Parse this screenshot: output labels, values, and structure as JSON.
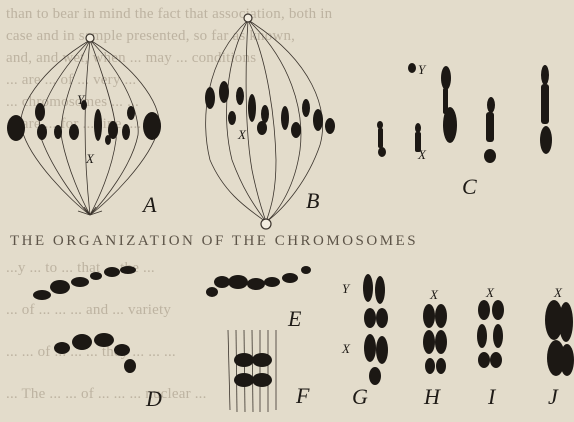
{
  "background_text": {
    "top_lines": [
      "than to bear in mind the fact that association, both in",
      "case and in sample presented, so far as known,",
      "and, and wet, when ... may ... conditions",
      "... are ... of ... very ...",
      "... chromosomes ... ...",
      "... are ... for ... line, ..."
    ],
    "heading": "THE ORGANIZATION OF THE CHROMOSOMES",
    "bottom_lines": [
      "...y ... to ... that ... the ...",
      "... of ... ... ... and ... variety",
      "... ... of ... ... ... they ... ... ...",
      "... The ... ... of ... ... ... nuclear ..."
    ]
  },
  "figure": {
    "panels": [
      {
        "id": "A",
        "label": "A"
      },
      {
        "id": "B",
        "label": "B"
      },
      {
        "id": "C",
        "label": "C"
      },
      {
        "id": "D",
        "label": "D"
      },
      {
        "id": "E",
        "label": "E"
      },
      {
        "id": "F",
        "label": "F"
      },
      {
        "id": "G",
        "label": "G"
      },
      {
        "id": "H",
        "label": "H"
      },
      {
        "id": "I",
        "label": "I"
      },
      {
        "id": "J",
        "label": "J"
      }
    ],
    "chromosome_labels": {
      "A_y": "Y",
      "A_x": "X",
      "B_x": "X",
      "C_y": "Y",
      "C_x": "X",
      "G_y": "Y",
      "G_x": "X",
      "H_x": "X",
      "I_x": "X",
      "J_x": "X"
    }
  }
}
